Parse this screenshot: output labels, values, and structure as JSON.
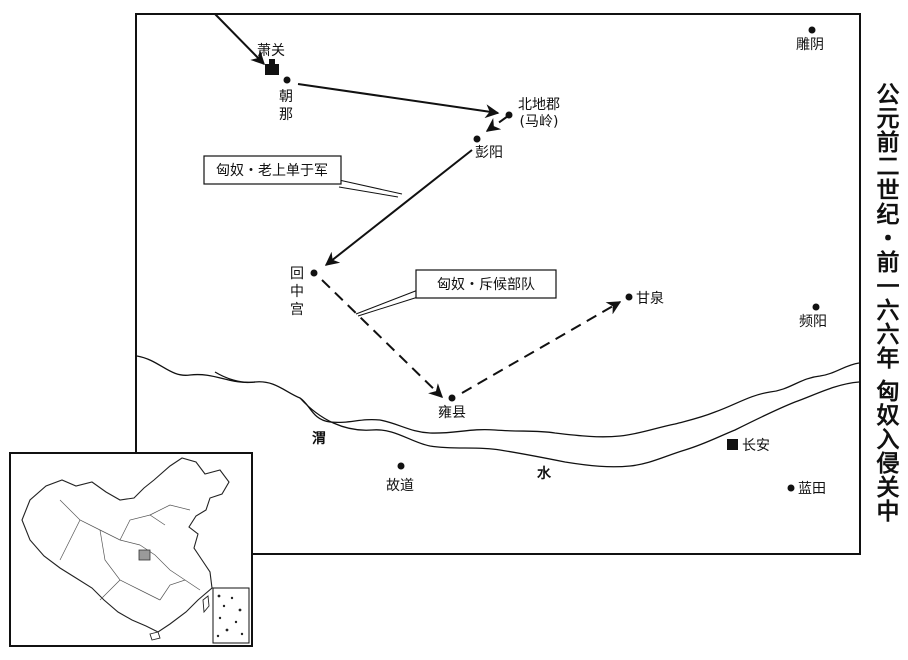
{
  "title": "公元前二世纪・前一六六年 匈奴入侵关中",
  "places": {
    "xiaoguan": "萧关",
    "chaona_1": "朝",
    "chaona_2": "那",
    "beidijun": "北地郡",
    "maling": "(马岭)",
    "pengyang": "彭阳",
    "diaoyin": "雕阴",
    "huizhonggong_1": "回",
    "huizhonggong_2": "中",
    "huizhonggong_3": "宫",
    "ganquan": "甘泉",
    "pinyang": "频阳",
    "yongxian": "雍县",
    "gudao": "故道",
    "changan": "长安",
    "lantian": "蓝田"
  },
  "river": {
    "char_1": "渭",
    "char_2": "水"
  },
  "callouts": {
    "main_army": "匈奴・老上单于军",
    "scouts": "匈奴・斥候部队"
  },
  "legend_icons": {
    "pass": "square-with-tower-icon",
    "capital": "filled-square-icon",
    "town": "dot-icon"
  },
  "inset": {
    "description_icon": "china-outline-map-icon",
    "highlight_color": "#9a9a9a"
  },
  "colors": {
    "ink": "#111111",
    "paper": "#ffffff"
  }
}
